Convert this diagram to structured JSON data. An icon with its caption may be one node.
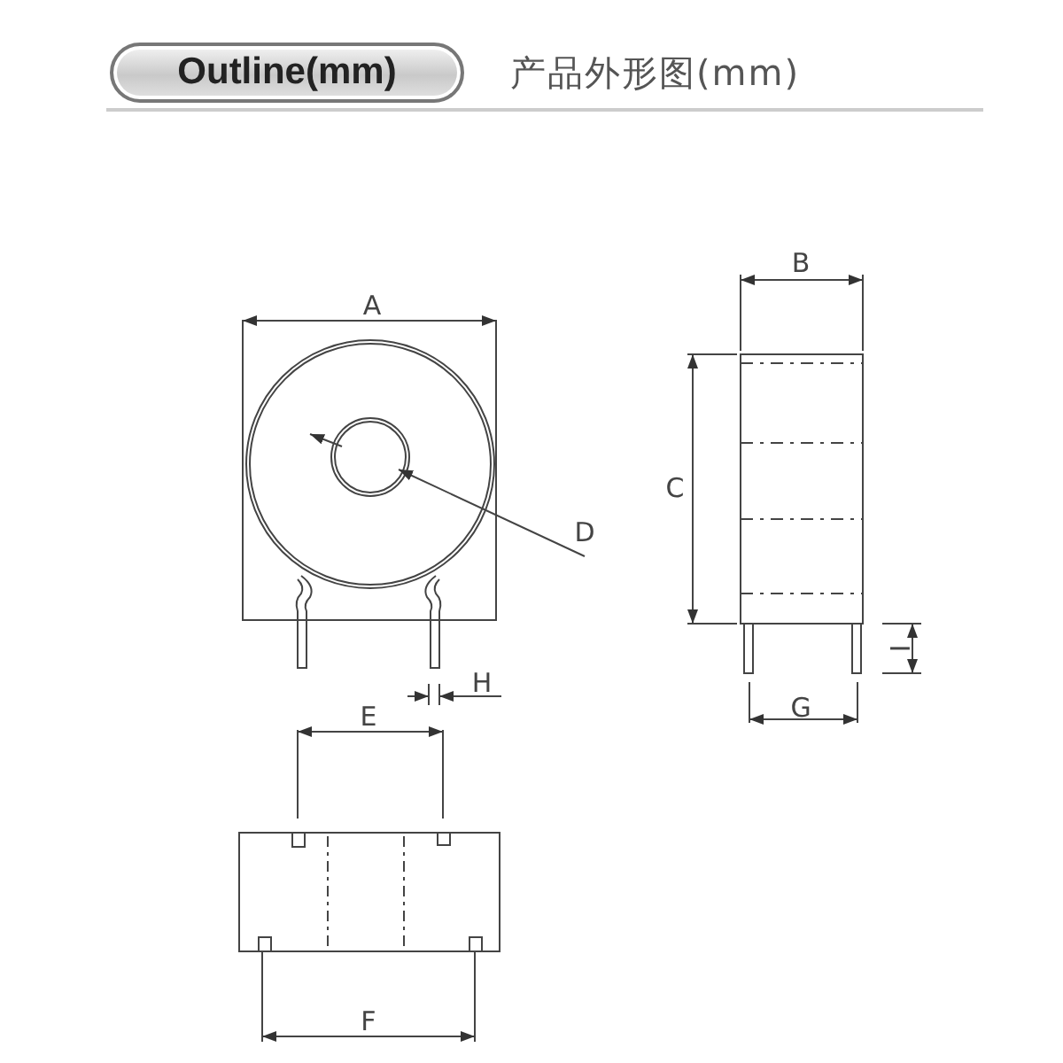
{
  "diagram": {
    "title": "产品外形图(mm)",
    "nodes": [
      {
        "text": [
          "Outline(mm)"
        ]
      }
    ],
    "labels": [
      "B",
      "A",
      "C",
      "D",
      "I",
      "H",
      "G",
      "E",
      "F"
    ]
  }
}
